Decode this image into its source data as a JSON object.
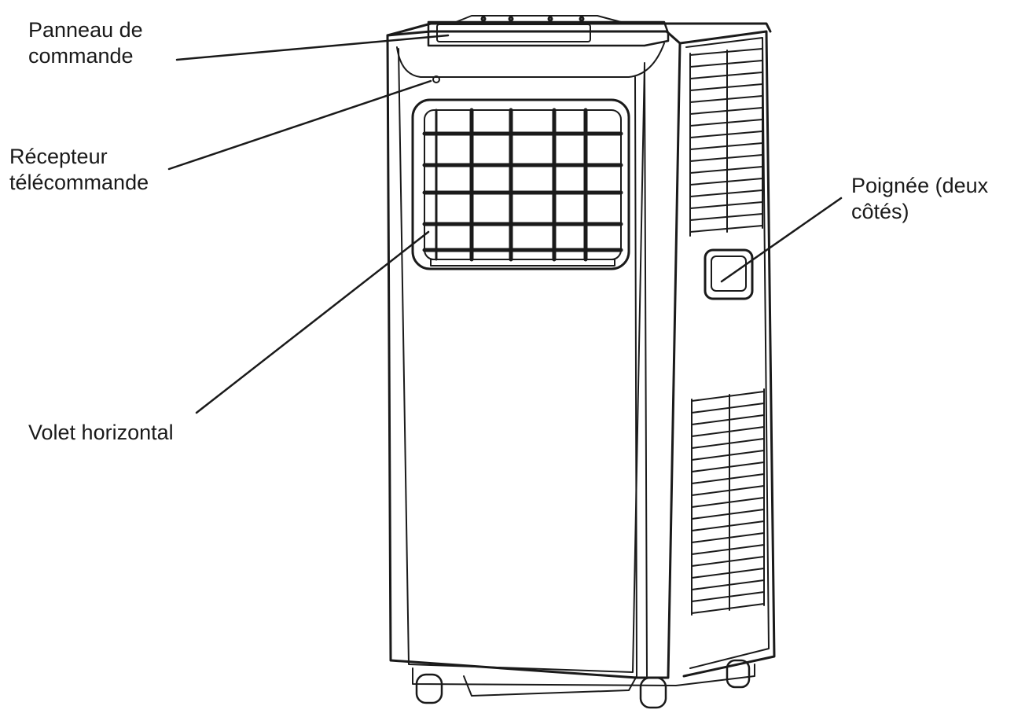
{
  "labels": {
    "control_panel": {
      "line1": "Panneau de",
      "line2": "commande"
    },
    "remote_receiver": {
      "line1": "Récepteur",
      "line2": "télécommande"
    },
    "horizontal_louver": {
      "line1": "Volet horizontal"
    },
    "handle": {
      "line1": "Poignée (deux",
      "line2": "côtés)"
    }
  },
  "colors": {
    "stroke": "#1a1a1a",
    "background": "#ffffff"
  }
}
